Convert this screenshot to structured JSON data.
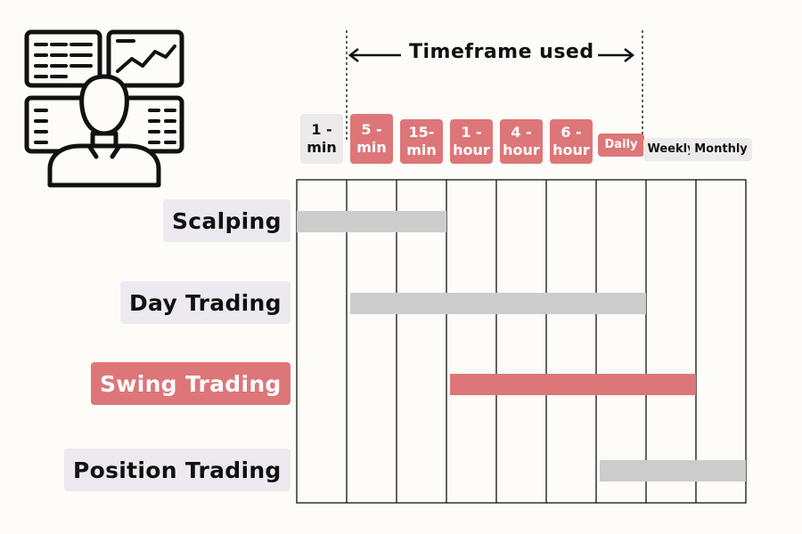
{
  "header": {
    "text": "Timeframe used"
  },
  "timeframes": [
    {
      "label": "1 -\nmin",
      "highlight": false
    },
    {
      "label": "5 -\nmin",
      "highlight": true
    },
    {
      "label": "15-\nmin",
      "highlight": true
    },
    {
      "label": "1 -\nhour",
      "highlight": true
    },
    {
      "label": "4 -\nhour",
      "highlight": true
    },
    {
      "label": "6 -\nhour",
      "highlight": true
    },
    {
      "label": "Daily",
      "highlight": true
    },
    {
      "label": "Weekly",
      "highlight": false
    },
    {
      "label": "Monthly",
      "highlight": false
    }
  ],
  "styles": [
    {
      "label": "Scalping",
      "highlight": false,
      "start": 0,
      "end": 3
    },
    {
      "label": "Day Trading",
      "highlight": false,
      "start": 1,
      "end": 7
    },
    {
      "label": "Swing Trading",
      "highlight": true,
      "start": 3,
      "end": 8
    },
    {
      "label": "Position Trading",
      "highlight": false,
      "start": 6,
      "end": 9
    }
  ],
  "icon": "trader-with-monitors-icon",
  "colors": {
    "highlight": "#dd7678",
    "bar_normal": "#cccccc",
    "grid": "#111111"
  }
}
